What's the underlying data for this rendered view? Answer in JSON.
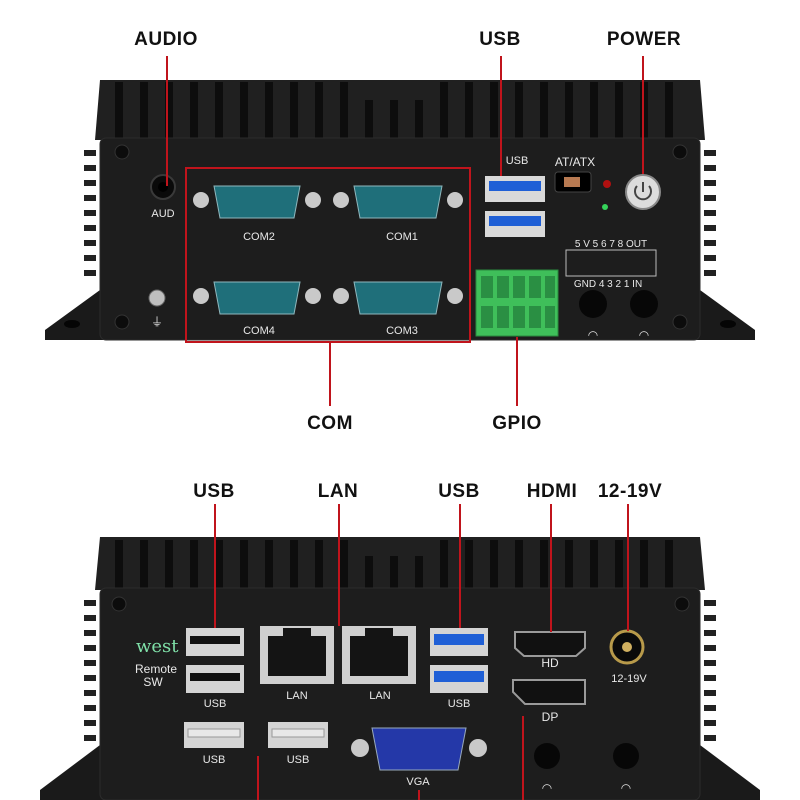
{
  "callouts": {
    "audio": "AUDIO",
    "usb_top": "USB",
    "power": "POWER",
    "com": "COM",
    "gpio": "GPIO",
    "usb_bl": "USB",
    "lan": "LAN",
    "usb_bm": "USB",
    "hdmi": "HDMI",
    "dc": "12-19V"
  },
  "top_panel": {
    "aud": "AUD",
    "usb": "USB",
    "at_atx": "AT/ATX",
    "com2": "COM2",
    "com1": "COM1",
    "com4": "COM4",
    "com3": "COM3",
    "gpio_top": "5 V  5 6 7 8 OUT",
    "gpio_bottom": "GND  4 3 2 1   IN"
  },
  "bottom_panel": {
    "brand": "west",
    "remote": "Remote",
    "sw": "SW",
    "usb1": "USB",
    "usb2": "USB",
    "usb3": "USB",
    "usb4": "USB",
    "lan1": "LAN",
    "lan2": "LAN",
    "hd": "HD",
    "dp": "DP",
    "dc": "12-19V",
    "vga": "VGA"
  },
  "colors": {
    "chassis": "#151515",
    "panel": "#1c1c1c",
    "callout_line": "#c0141c",
    "usb3_blue": "#1f5fd6",
    "gpio_green": "#3fbf5a",
    "db9_teal": "#1f6f7a",
    "vga_blue": "#2438a8"
  }
}
